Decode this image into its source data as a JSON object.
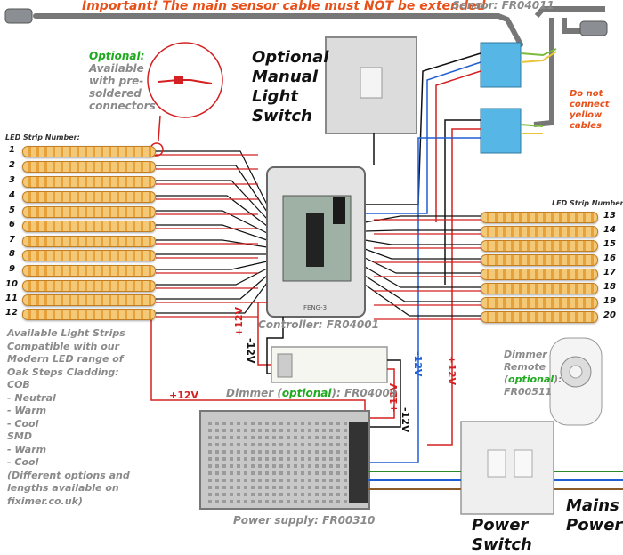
{
  "header": {
    "warning": "Important! The main sensor cable  must NOT be extended",
    "sensor_label": "Sensor: FR04011",
    "do_not_connect": [
      "Do not",
      "connect",
      "yellow",
      "cables"
    ]
  },
  "optional_connectors": {
    "title": "Optional:",
    "lines": [
      "Available",
      "with pre-",
      "soldered",
      "connectors"
    ]
  },
  "manual_switch": {
    "lines": [
      "Optional",
      "Manual",
      "Light",
      "Switch"
    ]
  },
  "strips_left": {
    "header": "LED Strip Number:",
    "numbers": [
      "1",
      "2",
      "3",
      "4",
      "5",
      "6",
      "7",
      "8",
      "9",
      "10",
      "11",
      "12"
    ]
  },
  "strips_right": {
    "header": "LED Strip Number:",
    "numbers": [
      "13",
      "14",
      "15",
      "16",
      "17",
      "18",
      "19",
      "20"
    ]
  },
  "controller": {
    "label": "Controller: FR04001",
    "board_text": "FENG-3"
  },
  "available_strips": {
    "lines": [
      "Available Light Strips",
      "Compatible with our",
      "Modern LED range of",
      "Oak Steps Cladding:",
      "COB",
      "- Neutral",
      "- Warm",
      "- Cool",
      "SMD",
      "- Warm",
      "- Cool",
      "(Different options and",
      "lengths available on",
      "fiximer.co.uk)"
    ]
  },
  "dimmer": {
    "label_pre": "Dimmer (",
    "label_optional": "optional",
    "label_post": "): FR04009"
  },
  "dimmer_remote": {
    "line1": "Dimmer",
    "line2": "Remote",
    "optional": "optional",
    "line4": "FR00511"
  },
  "power_supply": {
    "label": "Power supply:  FR00310"
  },
  "power_switch": {
    "lines": [
      "Power",
      "Switch"
    ]
  },
  "mains_power": {
    "lines": [
      "Mains",
      "Power"
    ]
  },
  "voltage_labels": {
    "pos12v": "+12V",
    "neg12v": "-12V"
  },
  "colors": {
    "warning": "#e8501a",
    "grey_text": "#8a8a8a",
    "optional_green": "#1faa1f",
    "wire_red": "#d42020",
    "wire_blue": "#1f5fd6",
    "wire_black": "#111111",
    "sensor_blue": "#56b7e6"
  }
}
